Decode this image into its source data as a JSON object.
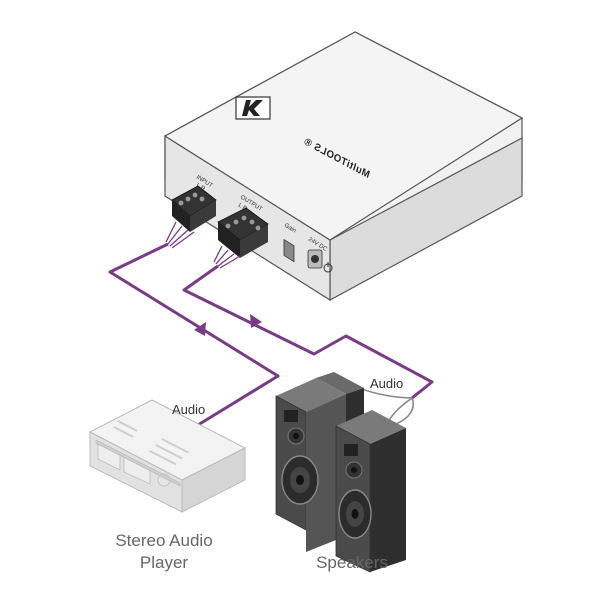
{
  "colors": {
    "cable": "#7a3a86",
    "device_top": "#f1f1f1",
    "device_side": "#d8d8d8",
    "speaker": "#4a4a4a",
    "player": "#e4e4e4"
  },
  "device": {
    "brand_text": "MultiTOOLS ®",
    "logo_icon": "kramer-logo-icon",
    "input_label": "INPUT",
    "input_pins": "L  R",
    "output_label": "OUTPUT",
    "output_pins": "L  R",
    "gain_label": "Gain",
    "power_label": "24V DC"
  },
  "labels": {
    "audio_player": "Audio",
    "audio_speakers": "Audio",
    "player_caption_line1": "Stereo Audio",
    "player_caption_line2": "Player",
    "speakers_caption": "Speakers"
  }
}
